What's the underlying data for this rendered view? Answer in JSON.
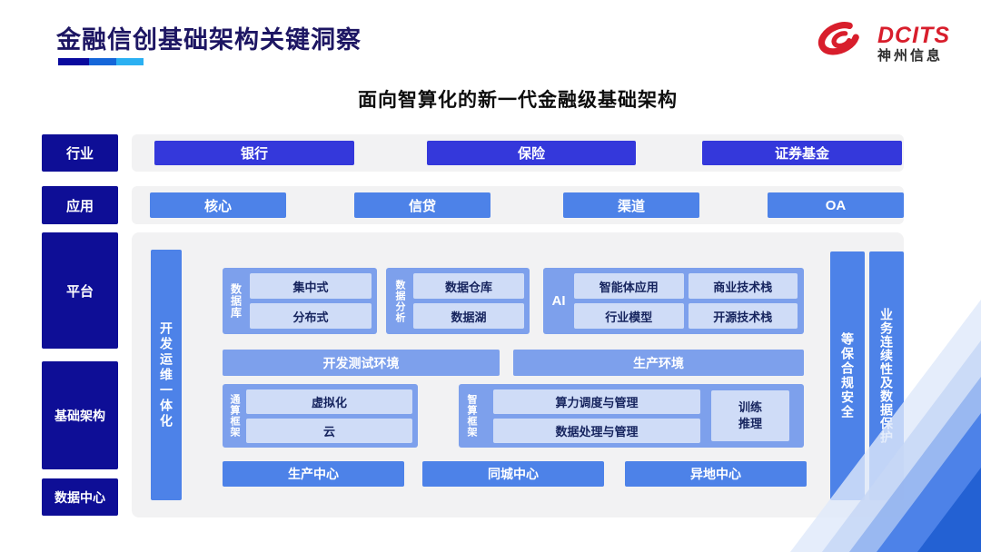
{
  "page": {
    "title": "金融信创基础架构关键洞察",
    "diagram_title": "面向智算化的新一代金融级基础架构"
  },
  "logo": {
    "brand": "DCITS",
    "company": "神州信息"
  },
  "side_labels": {
    "industry": "行业",
    "application": "应用",
    "platform": "平台",
    "infrastructure": "基础架构",
    "datacenter": "数据中心"
  },
  "industry_row": {
    "items": [
      "银行",
      "保险",
      "证券基金"
    ]
  },
  "application_row": {
    "items": [
      "核心",
      "信贷",
      "渠道",
      "OA"
    ]
  },
  "platform": {
    "devops_bar": "开发运维一体化",
    "database": {
      "label": "数据库",
      "items": [
        "集中式",
        "分布式"
      ]
    },
    "analysis": {
      "label": "数据分析",
      "items": [
        "数据仓库",
        "数据湖"
      ]
    },
    "ai": {
      "label": "AI",
      "items": [
        "智能体应用",
        "商业技术栈",
        "行业模型",
        "开源技术栈"
      ]
    },
    "environments": [
      "开发测试环境",
      "生产环境"
    ],
    "general_compute": {
      "label": "通算框架",
      "items": [
        "虚拟化",
        "云"
      ]
    },
    "intelligent_compute": {
      "label": "智算框架",
      "items": [
        "算力调度与管理",
        "数据处理与管理"
      ],
      "side_box": "训练\n推理"
    },
    "centers": [
      "生产中心",
      "同城中心",
      "异地中心"
    ],
    "security_bars": [
      "等保合规安全",
      "业务连续性及数据保护"
    ]
  },
  "colors": {
    "navy_label": "#0e0e96",
    "industry_button": "#3438db",
    "medium_blue": "#4d82e8",
    "section_blue": "#7da0ec",
    "light_box": "#cfdcf7",
    "title_navy": "#1d1663",
    "logo_red": "#d81e2c",
    "row_gray": "#f2f2f3"
  }
}
